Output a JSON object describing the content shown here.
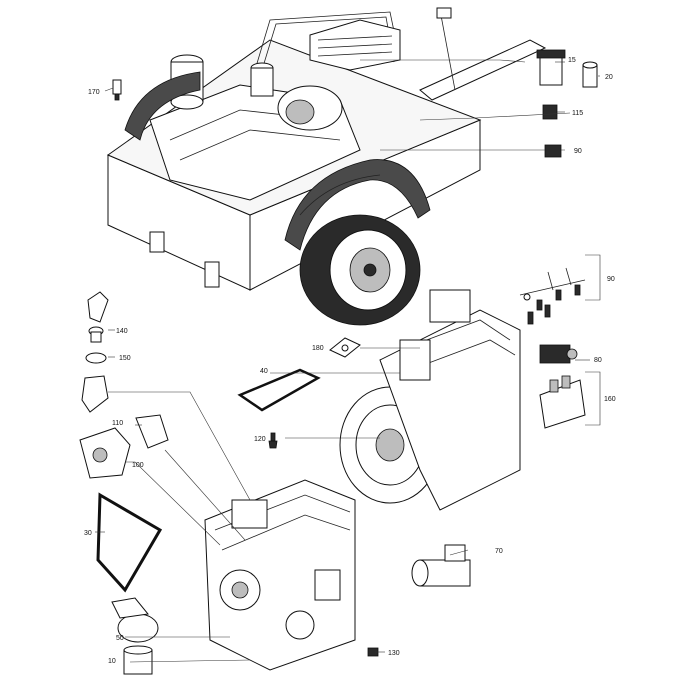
{
  "callouts": {
    "c10": "10",
    "c15": "15",
    "c20": "20",
    "c30": "30",
    "c40": "40",
    "c50": "50",
    "c70": "70",
    "c80": "80",
    "c90": "90",
    "c100": "100",
    "c110": "110",
    "c115": "115",
    "c120": "120",
    "c130": "130",
    "c140": "140",
    "c150": "150",
    "c160": "160",
    "c170": "170",
    "c180": "180",
    "c190": "90"
  }
}
